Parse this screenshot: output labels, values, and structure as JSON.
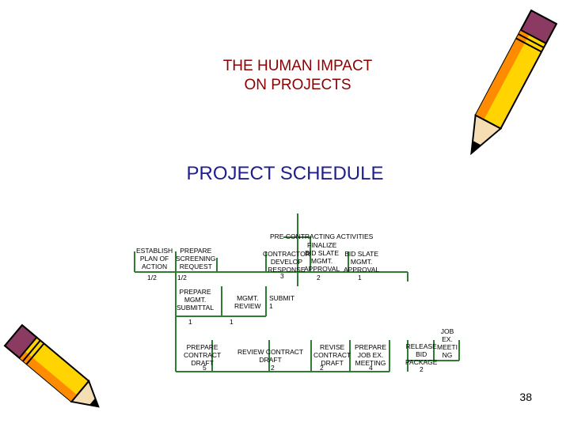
{
  "title": {
    "line1": "THE HUMAN  IMPACT",
    "line2": "ON PROJECTS"
  },
  "subtitle": "PROJECT  SCHEDULE",
  "page_number": "38",
  "network": {
    "header": "PRE CONTRACTING ACTIVITIES",
    "establish": "ESTABLISH\nPLAN OF\nACTION",
    "establish_dur": "1/2",
    "prepare_screening": "PREPARE\nSCREENING\nREQUEST",
    "prepare_screening_dur": "1/2",
    "contractor_develop": "CONTRACTOR\nDEVELOP\nRESPONSE",
    "contractor_develop_dur": "3",
    "finalize": "FINALIZE\nBID SLATE\nMGMT.\nAPPROVAL",
    "finalize_dur": "2",
    "bid_slate": "BID SLATE\nMGMT.\nAPPROVAL",
    "bid_slate_dur": "1",
    "prepare_mgmt": "PREPARE\nMGMT.\nSUBMITTAL",
    "prepare_mgmt_dur": "1",
    "mgmt_review": "MGMT.\nREVIEW",
    "mgmt_review_dur": "1",
    "submit": "SUBMIT",
    "submit_dur": "1",
    "prepare_contract": "PREPARE\nCONTRACT\nDRAFT",
    "prepare_contract_dur": "5",
    "review_contract": "REVIEW CONTRACT\nDRAFT",
    "review_contract_dur": "2",
    "revise_contract": "REVISE\nCONTRACT\nDRAFT",
    "revise_contract_dur": "2",
    "prepare_job": "PREPARE\nJOB EX.\nMEETING",
    "prepare_job_dur": "4",
    "release_bid": "RELEASE\nBID\nPACKAGE",
    "release_bid_dur": "2",
    "job_ex": "JOB\nEX.\nMEETI\nNG"
  },
  "colors": {
    "title": "#8b0000",
    "subtitle": "#1e1e8c",
    "network_lines": "#2e7d32"
  }
}
